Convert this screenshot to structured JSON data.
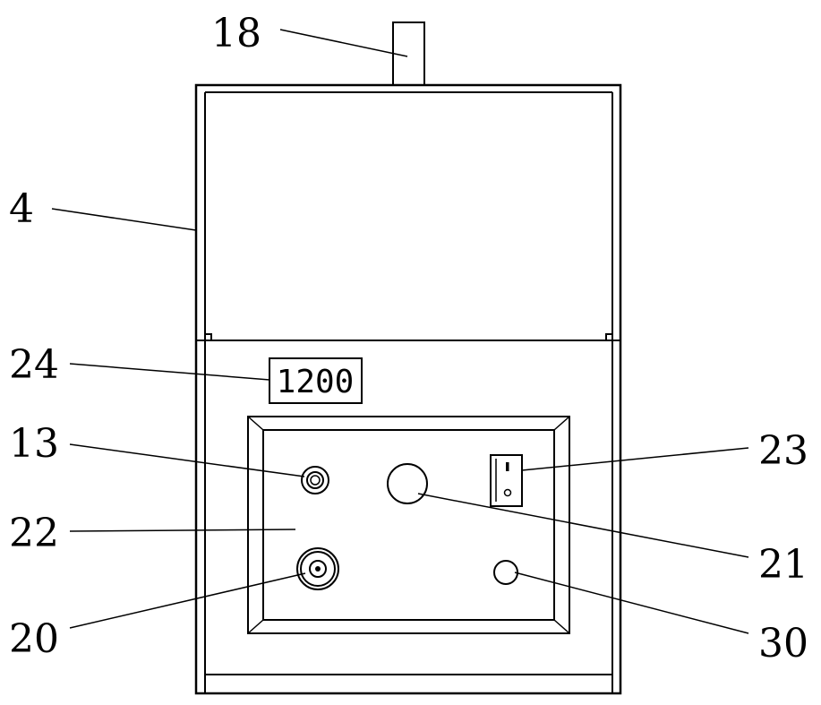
{
  "display": {
    "reading": "1200"
  },
  "callouts": {
    "c18": "18",
    "c4": "4",
    "c24": "24",
    "c13": "13",
    "c22": "22",
    "c20": "20",
    "c23": "23",
    "c21": "21",
    "c30": "30"
  }
}
